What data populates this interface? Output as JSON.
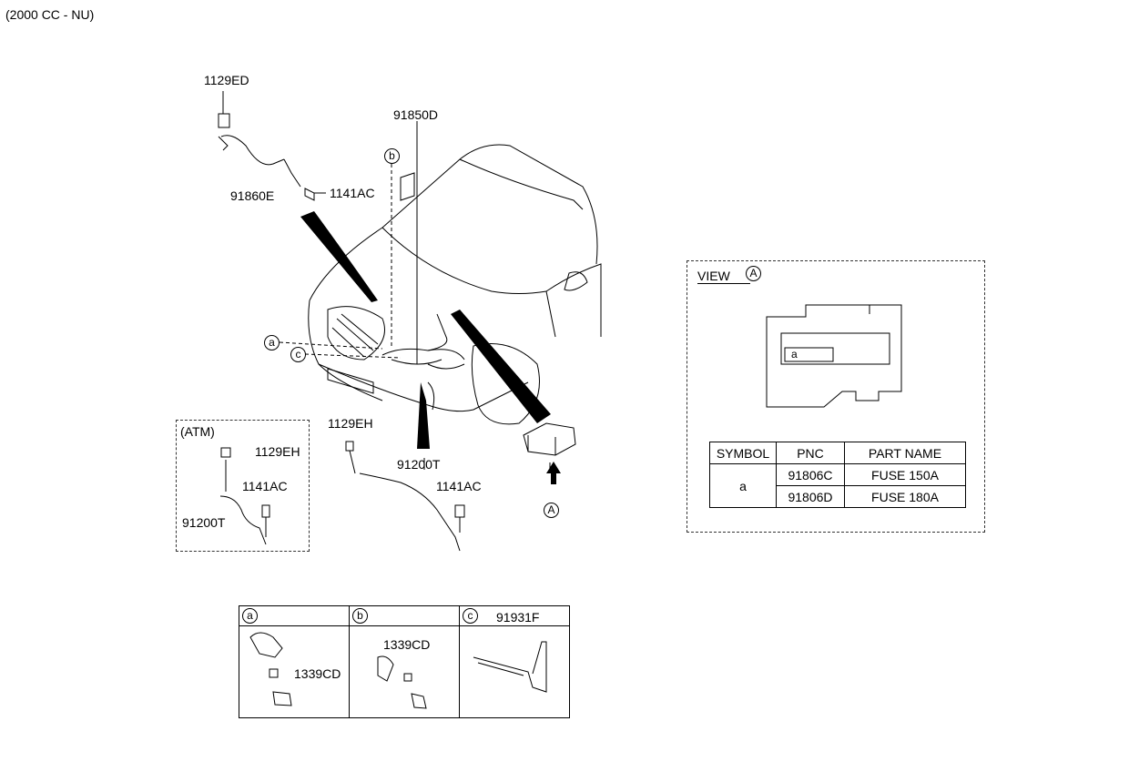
{
  "header": {
    "engine": "(2000 CC - NU)"
  },
  "labels": {
    "p1129ED": "1129ED",
    "p91860E": "91860E",
    "p1141AC_top": "1141AC",
    "p91850D": "91850D",
    "b_top": "b",
    "a_left": "a",
    "c_left": "c",
    "atm": "(ATM)",
    "atm_1129EH": "1129EH",
    "atm_1141AC": "1141AC",
    "atm_91200T": "91200T",
    "mid_1129EH": "1129EH",
    "mid_91200T": "91200T",
    "mid_1141AC": "1141AC",
    "view_marker": "A"
  },
  "view": {
    "title": "VIEW",
    "circle": "A",
    "fuse_symbol": "a",
    "table": {
      "headers": [
        "SYMBOL",
        "PNC",
        "PART NAME"
      ],
      "symbol": "a",
      "rows": [
        {
          "pnc": "91806C",
          "name": "FUSE 150A"
        },
        {
          "pnc": "91806D",
          "name": "FUSE 180A"
        }
      ]
    }
  },
  "bottom_panel": {
    "a": {
      "letter": "a",
      "part": "1339CD"
    },
    "b": {
      "letter": "b",
      "part": "1339CD"
    },
    "c": {
      "letter": "c",
      "part": "91931F"
    }
  }
}
